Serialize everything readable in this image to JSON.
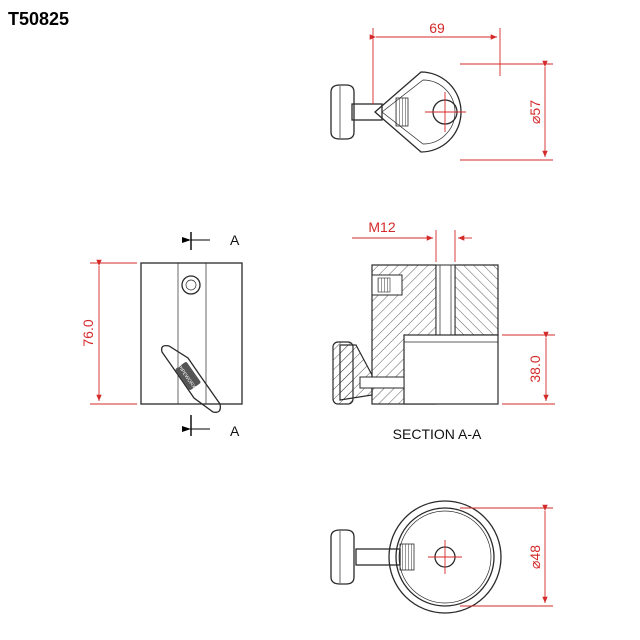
{
  "title": "T50825",
  "dimensions": {
    "top_width": "69",
    "top_diameter": "⌀57",
    "height": "76.0",
    "thread": "M12",
    "bore_depth": "38.0",
    "bottom_diameter": "⌀48"
  },
  "section_marker": "A",
  "section_caption": "SECTION A-A",
  "knob_text": "PIPEWORX"
}
